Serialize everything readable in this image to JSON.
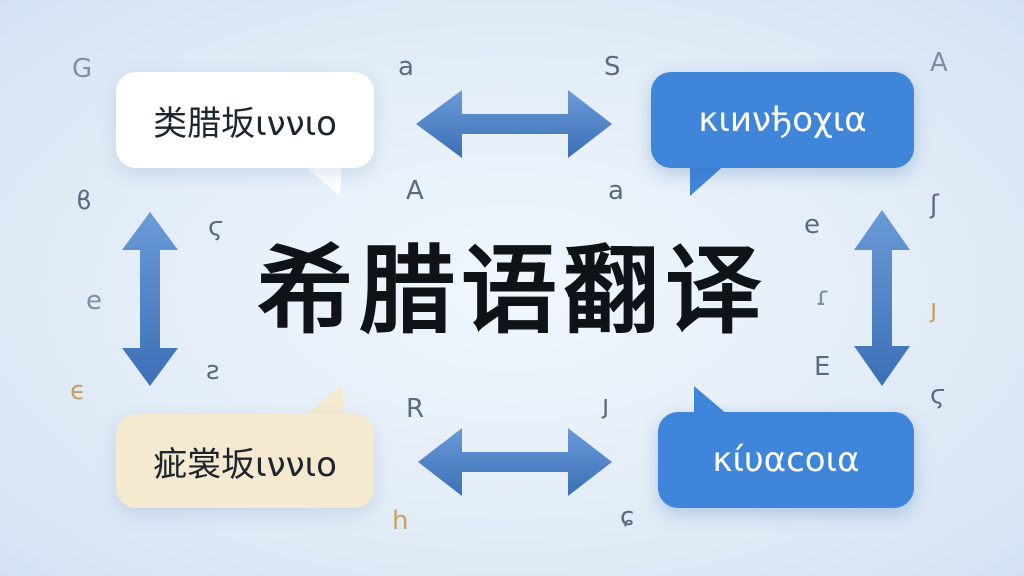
{
  "title": "希腊语翻译",
  "bubbles": {
    "top_left": "类腊坂ιννιο",
    "top_right": "κιиνђοχια",
    "bottom_left": "疵裳坂ιννιο",
    "bottom_right": "κίυαcοια"
  },
  "colors": {
    "accent_blue": "#3f86da",
    "arrow_blue": "#4a80c8",
    "bubble_cream": "#f5ead0",
    "letter_gold": "#c9a060",
    "letter_gray": "#6a7a8c"
  },
  "letters": [
    {
      "text": "G",
      "color": "#7f8fa2"
    },
    {
      "text": "a",
      "color": "#5a6b80"
    },
    {
      "text": "S",
      "color": "#5a6b80"
    },
    {
      "text": "A",
      "color": "#7f8fa2"
    },
    {
      "text": "ϐ",
      "color": "#5a6b80"
    },
    {
      "text": "ϛ",
      "color": "#5a6b80"
    },
    {
      "text": "A",
      "color": "#5a6b80"
    },
    {
      "text": "a",
      "color": "#5a6b80"
    },
    {
      "text": "e",
      "color": "#5a6b80"
    },
    {
      "text": "ʃ",
      "color": "#5a6b80"
    },
    {
      "text": "e",
      "color": "#7f8fa2"
    },
    {
      "text": "ɾ",
      "color": "#7f8fa2"
    },
    {
      "text": "ȷ",
      "color": "#c9a060"
    },
    {
      "text": "ϵ",
      "color": "#c9a060"
    },
    {
      "text": "ƨ",
      "color": "#5a6b80"
    },
    {
      "text": "E",
      "color": "#5a6b80"
    },
    {
      "text": "ϛ",
      "color": "#5a6b80"
    },
    {
      "text": "R",
      "color": "#5a6b80"
    },
    {
      "text": "ȷ",
      "color": "#5a6b80"
    },
    {
      "text": "h",
      "color": "#c9a060"
    },
    {
      "text": "ɕ",
      "color": "#5a6b80"
    }
  ]
}
